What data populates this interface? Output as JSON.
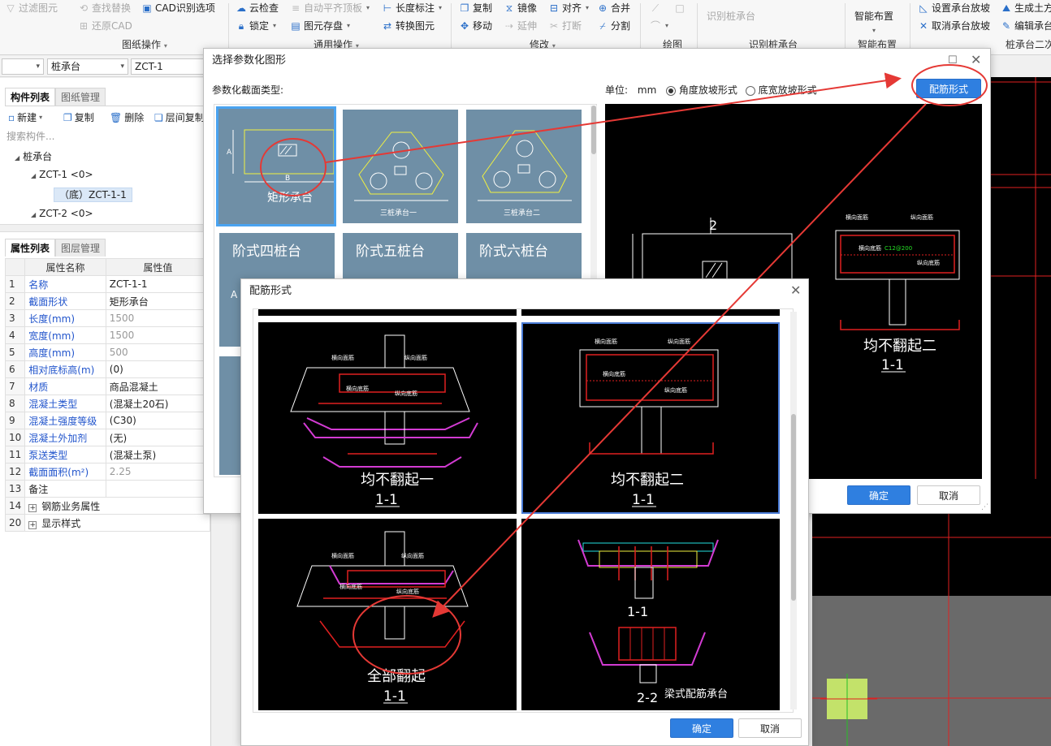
{
  "ribbon": {
    "row1": {
      "filter": "过滤图元",
      "find_replace": "查找替换",
      "cad_options": "CAD识别选项",
      "cloud_check": "云检查",
      "auto_flat_slab": "自动平齐顶板",
      "length_dim": "长度标注",
      "copy": "复制",
      "mirror": "镜像",
      "align": "对齐",
      "merge": "合并",
      "identify_pile_cap": "识别桩承台",
      "smart_layout": "智能布置",
      "set_slope": "设置承台放坡",
      "generate_earthwork": "生成土方"
    },
    "row2": {
      "restore_cad": "还原CAD",
      "lock": "锁定",
      "element_save": "图元存盘",
      "convert_element": "转换图元",
      "move": "移动",
      "extend": "延伸",
      "break": "打断",
      "split": "分割",
      "cancel_slope": "取消承台放坡",
      "edit_pile_cap": "编辑承台"
    },
    "groups": {
      "drawing_ops": "图纸操作",
      "common_ops": "通用操作",
      "modify": "修改",
      "draw": "绘图",
      "identify": "识别桩承台",
      "smart": "智能布置",
      "secondary": "桩承台二次"
    }
  },
  "selector": {
    "type": "桩承台",
    "name": "ZCT-1"
  },
  "left_panel": {
    "tabs_top": [
      "构件列表",
      "图纸管理"
    ],
    "toolbar": {
      "new": "新建",
      "copy": "复制",
      "delete": "删除",
      "layer_copy": "层间复制"
    },
    "search_placeholder": "搜索构件...",
    "tree": {
      "root": "桩承台",
      "node1": "ZCT-1  <0>",
      "node1_child": "（底）ZCT-1-1",
      "node2": "ZCT-2  <0>"
    },
    "tabs_bottom": [
      "属性列表",
      "图层管理"
    ],
    "prop_headers": {
      "name": "属性名称",
      "value": "属性值"
    },
    "properties": [
      {
        "no": "1",
        "name": "名称",
        "value": "ZCT-1-1",
        "gray": false
      },
      {
        "no": "2",
        "name": "截面形状",
        "value": "矩形承台",
        "gray": false
      },
      {
        "no": "3",
        "name": "长度(mm)",
        "value": "1500",
        "gray": true
      },
      {
        "no": "4",
        "name": "宽度(mm)",
        "value": "1500",
        "gray": true
      },
      {
        "no": "5",
        "name": "高度(mm)",
        "value": "500",
        "gray": true
      },
      {
        "no": "6",
        "name": "相对底标高(m)",
        "value": "(0)",
        "gray": false
      },
      {
        "no": "7",
        "name": "材质",
        "value": "商品混凝土",
        "gray": false
      },
      {
        "no": "8",
        "name": "混凝土类型",
        "value": "(混凝土20石)",
        "gray": false
      },
      {
        "no": "9",
        "name": "混凝土强度等级",
        "value": "(C30)",
        "gray": false
      },
      {
        "no": "10",
        "name": "混凝土外加剂",
        "value": "(无)",
        "gray": false
      },
      {
        "no": "11",
        "name": "泵送类型",
        "value": "(混凝土泵)",
        "gray": false
      },
      {
        "no": "12",
        "name": "截面面积(m²)",
        "value": "2.25",
        "gray": true
      },
      {
        "no": "13",
        "name": "备注",
        "value": "",
        "gray": false
      }
    ],
    "groups": [
      {
        "no": "14",
        "name": "钢筋业务属性"
      },
      {
        "no": "20",
        "name": "显示样式"
      }
    ]
  },
  "param_dialog": {
    "title": "选择参数化图形",
    "section_label": "参数化截面类型:",
    "unit_label": "单位:",
    "unit_value": "mm",
    "radio_angle": "角度放坡形式",
    "radio_width": "底宽放坡形式",
    "rebar_form_button": "配筋形式",
    "ok": "确定",
    "cancel": "取消",
    "thumbs": {
      "rect": "矩形承台",
      "three1": "三桩承台一",
      "three2": "三桩承台二",
      "step4": "阶式四桩台",
      "step5": "阶式五桩台",
      "step6": "阶式六桩台"
    },
    "preview": {
      "section": "2",
      "horiz_top": "横向面筋",
      "vert_top": "纵向面筋",
      "horiz_bot": "横向底筋",
      "bot_code": "C12@200",
      "vert_bot": "纵向底筋",
      "caption": "均不翻起二",
      "section_mark": "1-1"
    }
  },
  "rebar_dialog": {
    "title": "配筋形式",
    "ok": "确定",
    "cancel": "取消",
    "cells": [
      {
        "name": "均不翻起一",
        "mark": "1-1"
      },
      {
        "name": "均不翻起二",
        "mark": "1-1"
      },
      {
        "name": "全部翻起",
        "mark": "1-1"
      },
      {
        "name": "梁式配筋承台",
        "mark1": "1-1",
        "mark2": "2-2"
      }
    ],
    "labels": {
      "horiz_top": "横向面筋",
      "vert_top": "纵向面筋",
      "horiz_bot": "横向底筋",
      "vert_bot": "纵向底筋"
    }
  },
  "colors": {
    "accent": "#2f7fe0",
    "annotation": "#e53935"
  }
}
